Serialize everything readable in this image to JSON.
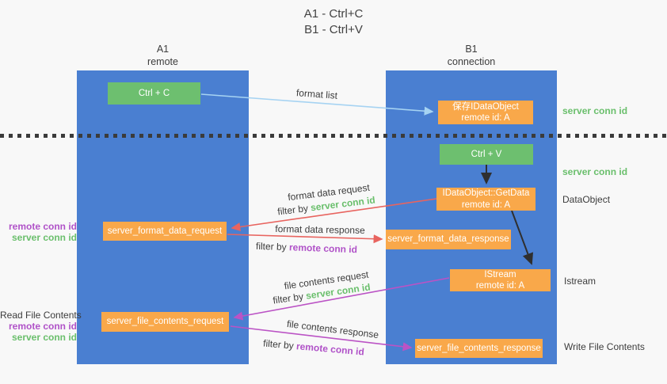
{
  "title": {
    "line1": "A1 - Ctrl+C",
    "line2": "B1 - Ctrl+V"
  },
  "columns": {
    "left": {
      "name": "A1",
      "subtitle": "remote"
    },
    "right": {
      "name": "B1",
      "subtitle": "connection"
    }
  },
  "nodes": {
    "ctrl_c": "Ctrl + C",
    "ctrl_v": "Ctrl + V",
    "save_idataobject": {
      "line1": "保存IDataObject",
      "line2": "remote id: A"
    },
    "getdata": {
      "line1": "IDataObject::GetData",
      "line2": "remote id: A"
    },
    "istream": {
      "line1": "IStream",
      "line2": "remote id: A"
    },
    "server_format_data_request": "server_format_data_request",
    "server_format_data_response": "server_format_data_response",
    "server_file_contents_request": "server_file_contents_request",
    "server_file_contents_response": "server_file_contents_response"
  },
  "side_labels": {
    "right_server_conn_id_top": "server conn id",
    "right_server_conn_id_mid": "server conn id",
    "right_dataobject": "DataObject",
    "right_istream": "Istream",
    "right_write_file_contents": "Write File Contents",
    "left_remote_conn_id_1": "remote conn id",
    "left_server_conn_id_1": "server conn id",
    "left_read_file_contents": "Read File Contents",
    "left_remote_conn_id_2": "remote conn id",
    "left_server_conn_id_2": "server conn id"
  },
  "arrow_labels": {
    "format_list": "format list",
    "format_data_request": "format data request",
    "format_data_request_filter": {
      "prefix": "filter by",
      "key": "server conn id"
    },
    "format_data_response": "format data response",
    "format_data_response_filter": {
      "prefix": "filter by",
      "key": "remote conn id"
    },
    "file_contents_request": "file contents request",
    "file_contents_request_filter": {
      "prefix": "filter by",
      "key": "server conn id"
    },
    "file_contents_response": "file contents response",
    "file_contents_response_filter": {
      "prefix": "filter by",
      "key": "remote conn id"
    }
  },
  "colors": {
    "background": "#f8f8f8",
    "column_blue": "#4a7fd1",
    "node_green": "#6dbf6f",
    "node_orange": "#f9a84a",
    "label_green": "#6abf6c",
    "label_purple": "#b052c8",
    "arrow_red": "#e8645f",
    "arrow_magenta": "#bb53c5",
    "arrow_lightblue": "#a6d3f2",
    "arrow_black": "#2f2f2f",
    "dashed_line": "#3b3b3b"
  }
}
